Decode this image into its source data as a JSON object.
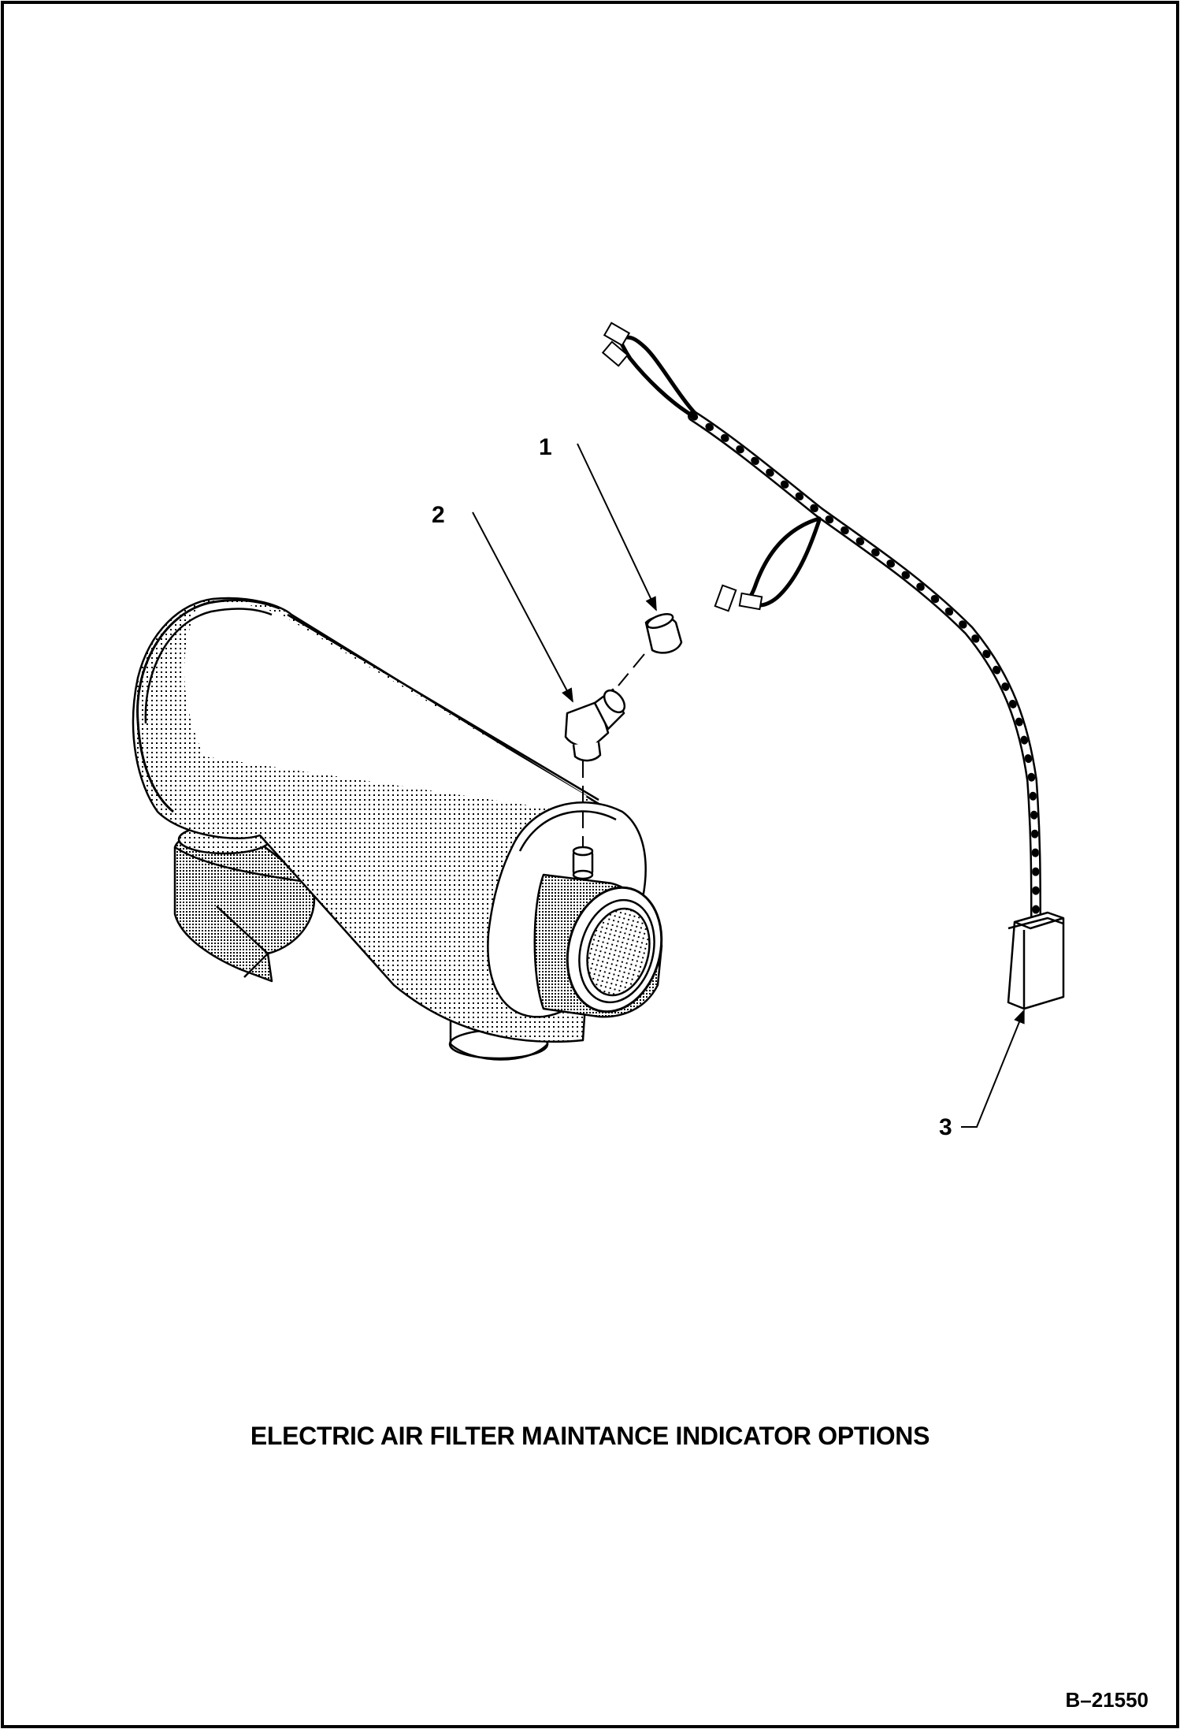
{
  "diagram": {
    "caption": "ELECTRIC AIR FILTER MAINTANCE INDICATOR OPTIONS",
    "drawing_number": "B–21550",
    "callouts": [
      {
        "label": "1",
        "part": "cap"
      },
      {
        "label": "2",
        "part": "elbow fitting"
      },
      {
        "label": "3",
        "part": "wiring harness with indicator switch"
      }
    ]
  }
}
